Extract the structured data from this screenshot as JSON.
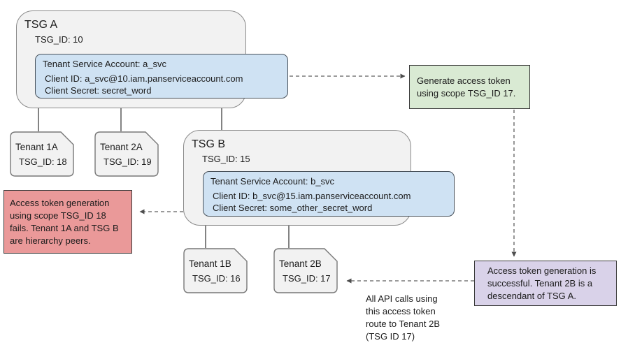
{
  "tsg_a": {
    "title": "TSG A",
    "id_label": "TSG_ID: 10",
    "service_account": {
      "title": "Tenant Service Account: a_svc",
      "client_id": "Client ID: a_svc@10.iam.panserviceaccount.com",
      "client_secret": "Client Secret: secret_word"
    }
  },
  "tsg_b": {
    "title": "TSG B",
    "id_label": "TSG_ID: 15",
    "service_account": {
      "title": "Tenant Service Account: b_svc",
      "client_id": "Client ID: b_svc@15.iam.panserviceaccount.com",
      "client_secret": "Client Secret: some_other_secret_word"
    }
  },
  "tenants": {
    "t1a": {
      "name": "Tenant 1A",
      "id_label": "TSG_ID: 18"
    },
    "t2a": {
      "name": "Tenant 2A",
      "id_label": "TSG_ID: 19"
    },
    "t1b": {
      "name": "Tenant 1B",
      "id_label": "TSG_ID: 16"
    },
    "t2b": {
      "name": "Tenant 2B",
      "id_label": "TSG_ID: 17"
    }
  },
  "notes": {
    "generate": "Generate access token\nusing scope TSG_ID 17.",
    "fail": "Access token generation\nusing scope TSG_ID 18\nfails. Tenant 1A and TSG B\nare hierarchy peers.",
    "success": "Access token generation is\nsuccessful. Tenant 2B is a\ndescendant of TSG A.",
    "api_route": "All API calls using\nthis access token\nroute to Tenant 2B\n(TSG ID 17)"
  },
  "colors": {
    "group_fill": "#f2f2f2",
    "service_account_fill": "#cfe2f3",
    "generate_note_fill": "#d9ead3",
    "fail_note_fill": "#ea9999",
    "success_note_fill": "#d9d2e9"
  }
}
